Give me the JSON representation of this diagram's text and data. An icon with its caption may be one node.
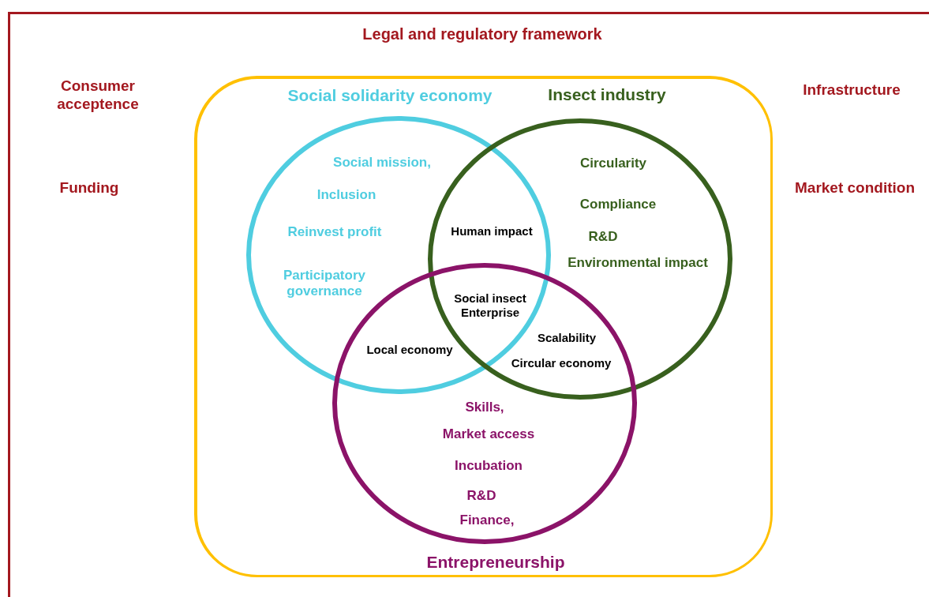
{
  "diagram": {
    "nodes": [
      {
        "text": [
          "Legal and regulatory framework",
          "Consumer acceptence",
          "Funding",
          "Infrastructure",
          "Market condition"
        ]
      },
      {
        "text": [],
        "shape": "box",
        "in": 0
      },
      {
        "text": [
          "Social solidarity economy",
          "Social mission,",
          "Inclusion",
          "Reinvest profit",
          "Participatory governance"
        ],
        "in": 1
      },
      {
        "text": [
          "Insect industry",
          "Circularity",
          "Compliance",
          "R&D",
          "Environmental impact"
        ],
        "in": 1
      },
      {
        "text": [
          "Entrepreneurship",
          "Skills,",
          "Market access",
          "Incubation",
          "R&D",
          "Finance,"
        ],
        "in": 1
      }
    ],
    "labels": [
      "Human impact",
      "Social insect Enterprise",
      "Local economy",
      "Scalability",
      "Circular economy"
    ]
  }
}
